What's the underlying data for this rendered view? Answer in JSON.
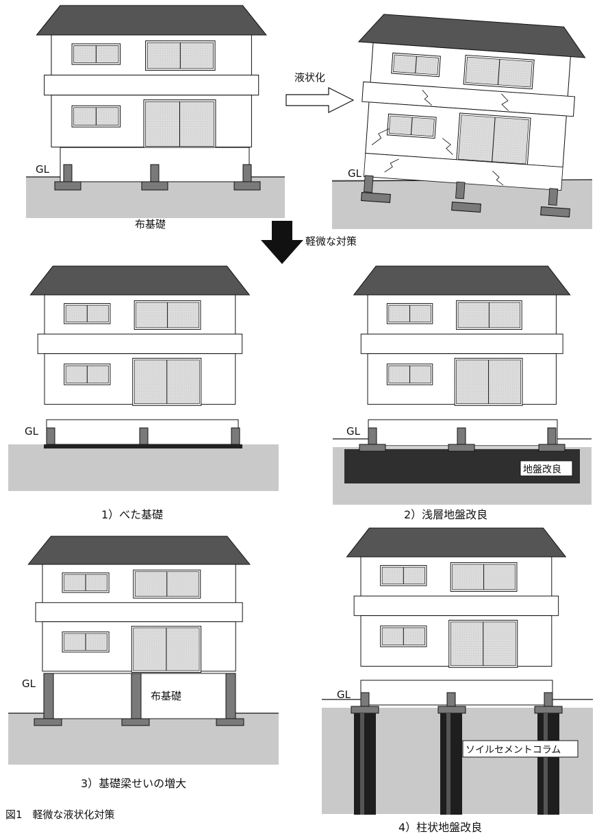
{
  "labels": {
    "liquefaction": "液状化",
    "minor_measures": "軽微な対策",
    "ground_level": "GL",
    "strip_foundation": "布基礎",
    "ground_improvement": "地盤改良",
    "soil_cement_column": "ソイルセメントコラム"
  },
  "captions": {
    "mat_foundation": "1）べた基礎",
    "shallow_improvement": "2）浅層地盤改良",
    "deeper_beam": "3）基礎梁せいの増大",
    "columnar_improvement": "4）柱状地盤改良"
  },
  "figure_caption": "図1　軽微な液状化対策",
  "colors": {
    "roof": "#555555",
    "ground": "#c9c9c9",
    "window": "#dedede",
    "improved_soil": "#2f2f2f",
    "column": "#1e1e1e"
  }
}
